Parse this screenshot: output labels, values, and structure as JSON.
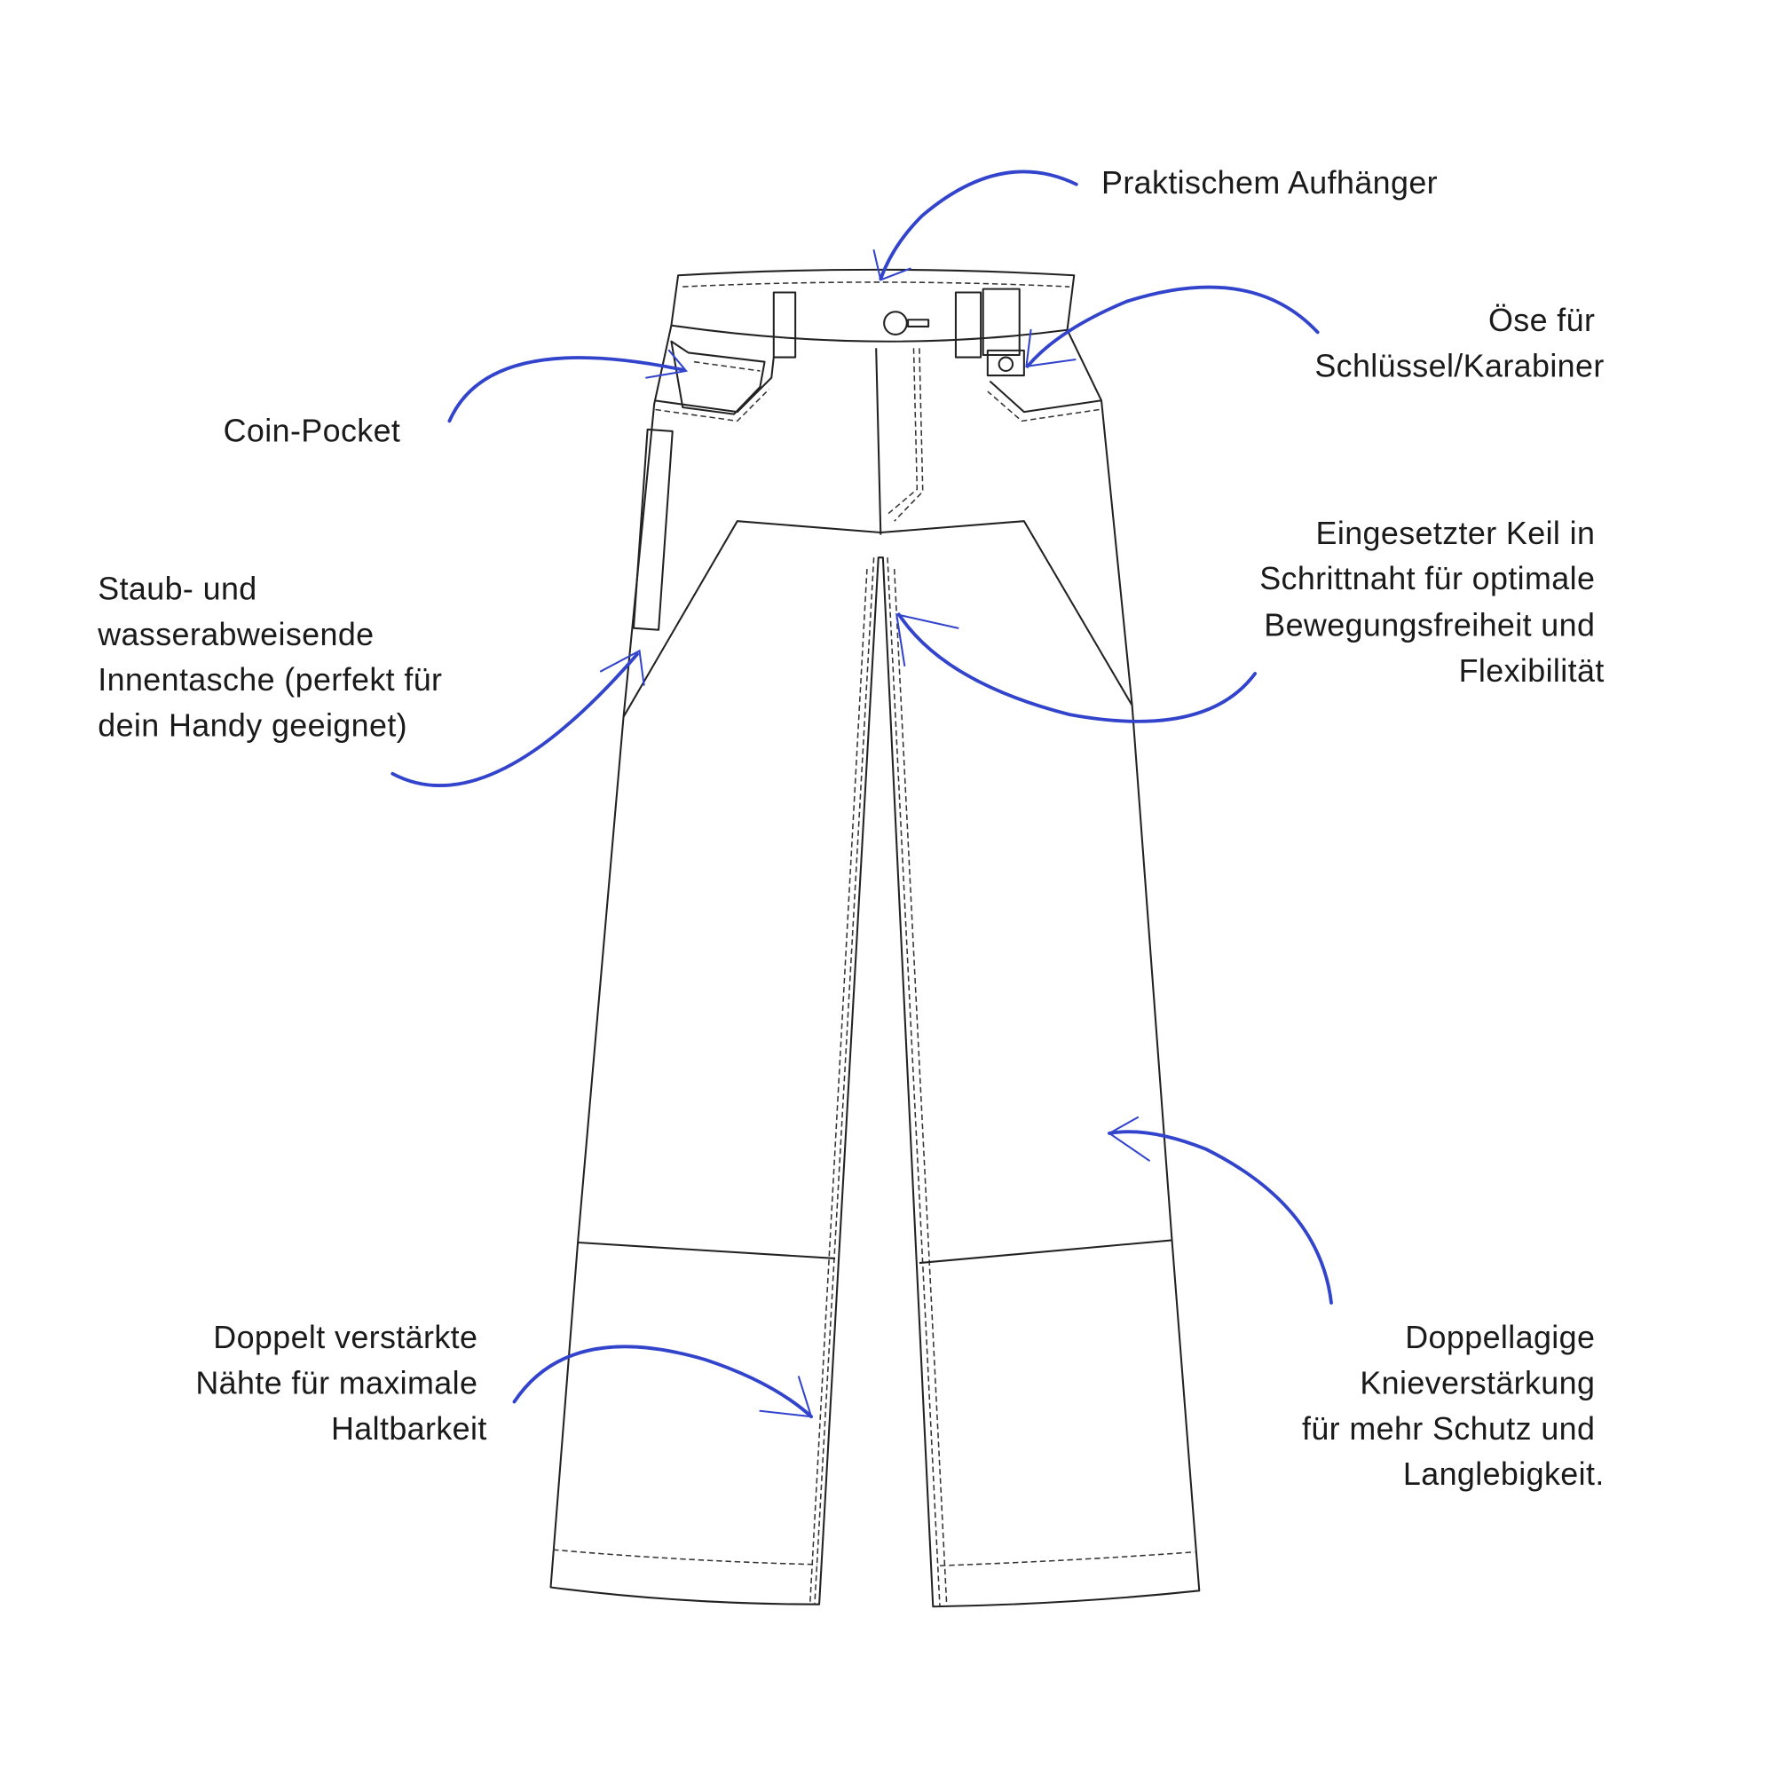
{
  "accent_color": "#3344cc",
  "labels": {
    "hanger": [
      "Praktischem Aufhänger"
    ],
    "eyelet": [
      "Öse für",
      "Schlüssel/Karabiner"
    ],
    "coin_pocket": [
      "Coin-Pocket"
    ],
    "gusset": [
      "Eingesetzter Keil in",
      "Schrittnaht für optimale",
      "Bewegungsfreiheit und",
      "Flexibilität"
    ],
    "inner_pocket": [
      "Staub- und",
      "wasserabweisende",
      "Innentasche (perfekt für",
      "dein Handy geeignet)"
    ],
    "knee": [
      "Doppellagige",
      "Knieverstärkung",
      "für mehr Schutz und",
      "Langlebigkeit."
    ],
    "seams": [
      "Doppelt verstärkte",
      "Nähte für maximale",
      "Haltbarkeit"
    ]
  }
}
